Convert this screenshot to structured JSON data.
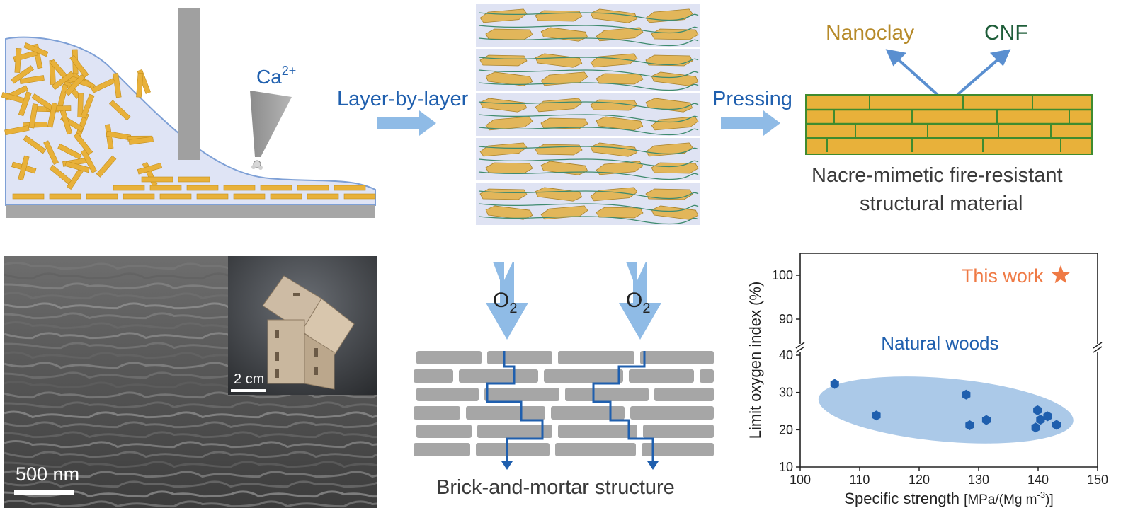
{
  "colors": {
    "accent_blue": "#1f5fae",
    "arrow_blue": "#8fbbe6",
    "nanoclay_gold": "#e8b13a",
    "cnf_green": "#2e6b45",
    "star_orange": "#ef7a45",
    "wall_gray": "#a6a6a6"
  },
  "casting": {
    "ion_label": "Ca",
    "ion_charge": "2+"
  },
  "arrows": {
    "layer_label": "Layer-by-layer",
    "press_label": "Pressing"
  },
  "material": {
    "nanoclay_label": "Nanoclay",
    "cnf_label": "CNF",
    "caption_line1": "Nacre-mimetic fire-resistant",
    "caption_line2": "structural material"
  },
  "sem": {
    "scalebar_main": "500 nm",
    "scalebar_inset": "2 cm"
  },
  "brick": {
    "oxygen_label": "O",
    "oxygen_subscript": "2",
    "caption": "Brick-and-mortar structure"
  },
  "chart_data": {
    "type": "scatter",
    "xlabel_main": "Specific strength ",
    "xlabel_unit_prefix": "[MPa/(Mg m",
    "xlabel_unit_exp": "-3",
    "xlabel_unit_suffix": ")]",
    "ylabel": "Limit oxygen index (%)",
    "x_ticks": [
      "100",
      "110",
      "120",
      "130",
      "140",
      "150"
    ],
    "y_ticks_lower": [
      "10",
      "20",
      "30",
      "40"
    ],
    "y_ticks_upper": [
      "90",
      "100"
    ],
    "xlim": [
      100,
      150
    ],
    "ylim_lower": [
      10,
      40
    ],
    "ylim_upper": [
      85,
      105
    ],
    "y_axis_break": true,
    "annotations": {
      "natural_woods": "Natural woods",
      "this_work": "This work"
    },
    "series": [
      {
        "name": "Natural woods",
        "marker": "hexagon",
        "color": "#1f5fae",
        "points": [
          [
            105.8,
            32.3
          ],
          [
            112.8,
            23.8
          ],
          [
            127.9,
            29.4
          ],
          [
            128.5,
            21.2
          ],
          [
            131.3,
            22.6
          ],
          [
            139.6,
            20.6
          ],
          [
            139.9,
            25.2
          ],
          [
            140.4,
            22.7
          ],
          [
            141.6,
            23.6
          ],
          [
            143.1,
            21.3
          ]
        ]
      },
      {
        "name": "This work",
        "marker": "star",
        "color": "#ef7a45",
        "points": [
          [
            143.8,
            100
          ]
        ]
      }
    ]
  }
}
